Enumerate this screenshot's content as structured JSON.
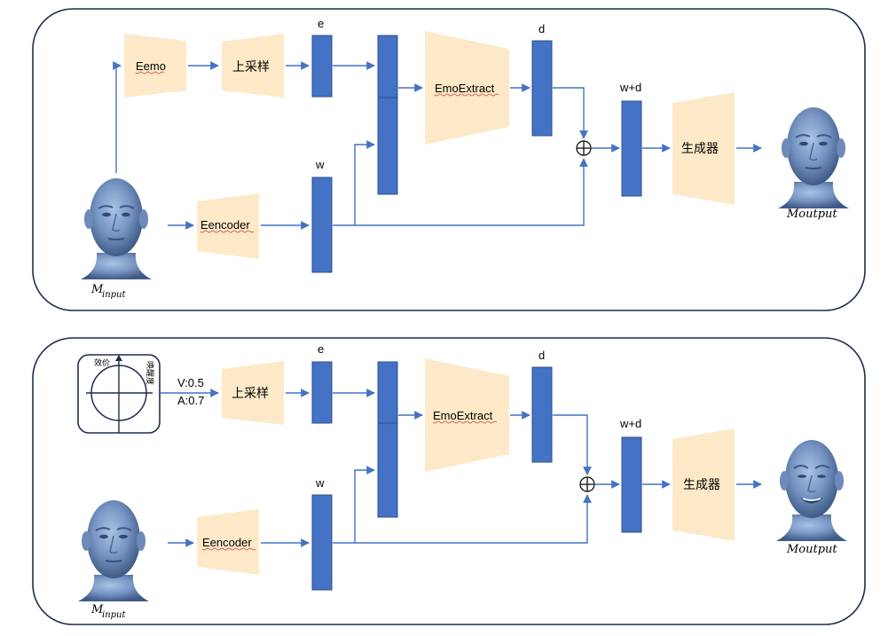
{
  "panel1": {
    "eemo": "Eemo",
    "upsample": "上采样",
    "e_label": "e",
    "w_label": "w",
    "d_label": "d",
    "wd_label": "w+d",
    "emoextract": "EmoExtract",
    "eencoder": "Eencoder",
    "generator": "生成器",
    "input_label_main": "M",
    "input_label_sub": "input",
    "output_label": "Moutput"
  },
  "panel2": {
    "circle_label_valence": "效价",
    "circle_label_arousal": "唤醒度",
    "v_value": "V:0.5",
    "a_value": "A:0.7",
    "upsample": "上采样",
    "e_label": "e",
    "w_label": "w",
    "d_label": "d",
    "wd_label": "w+d",
    "emoextract": "EmoExtract",
    "eencoder": "Eencoder",
    "generator": "生成器",
    "input_label_main": "M",
    "input_label_sub": "input",
    "output_label": "Moutput"
  },
  "colors": {
    "block_fill": "#4472c4",
    "block_stroke": "#2f4f8f",
    "trapezoid_fill": "#fde9c8",
    "arrow": "#4472c4",
    "panel_border": "#1f2d4d"
  }
}
